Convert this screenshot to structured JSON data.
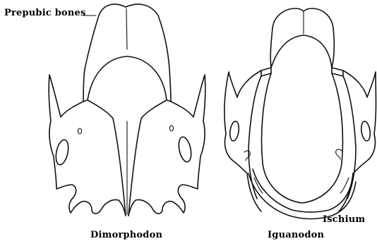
{
  "labels": {
    "prepubic_bones": "Prepubic bones",
    "dimorphodon": "Dimorphodon",
    "iguanodon": "Iguanodon",
    "ischium": "Ischium"
  },
  "colors": {
    "ink": "#111111",
    "paper": "#ffffff"
  }
}
